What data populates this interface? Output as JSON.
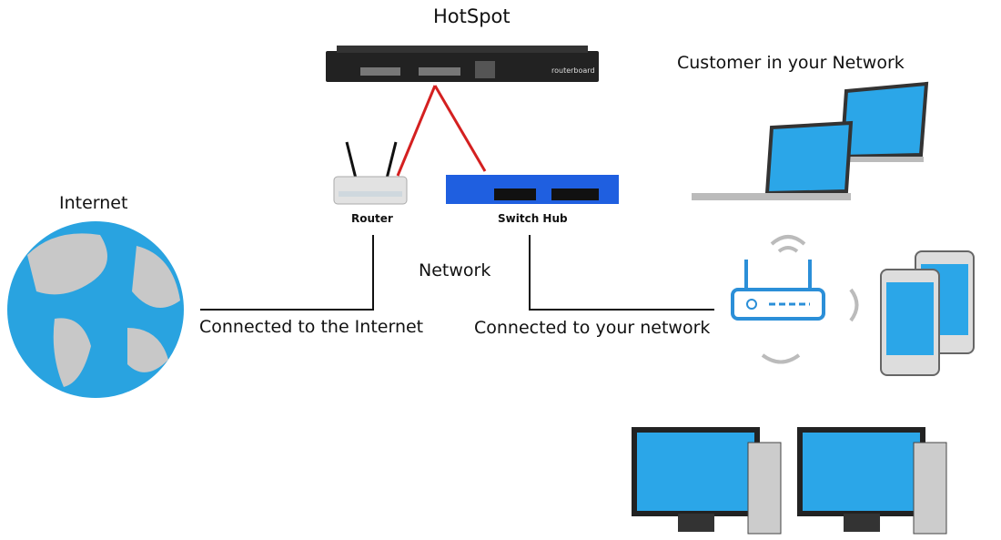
{
  "title": "HotSpot",
  "labels": {
    "router": "Router",
    "switch": "Switch Hub",
    "internet": "Internet",
    "network": "Network",
    "connected_internet": "Connected to the Internet",
    "connected_network": "Connected to your network",
    "customers": "Customer in your Network"
  },
  "device_logo": "routerboard",
  "colors": {
    "cable": "#d42020",
    "globe_water": "#29a3e0",
    "globe_land": "#c8c8c8",
    "switch": "#1f5fe0",
    "screen": "#2ba6e8"
  }
}
